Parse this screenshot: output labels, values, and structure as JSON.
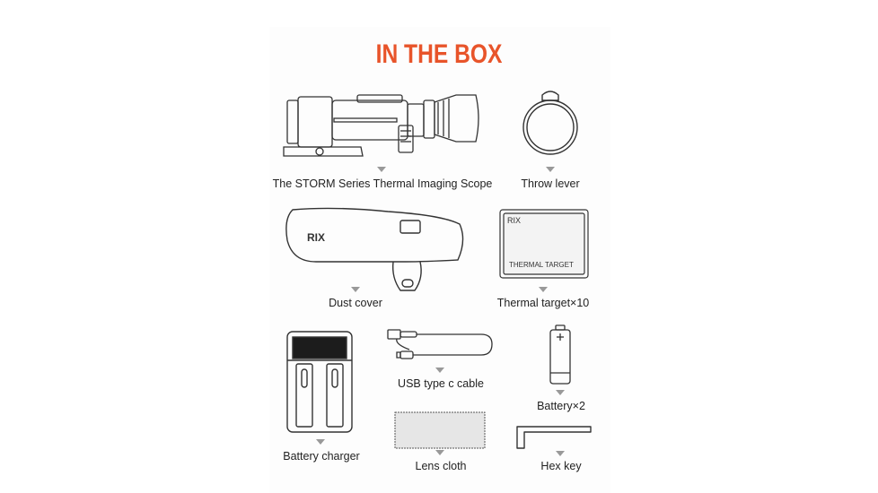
{
  "title": "IN THE BOX",
  "items": [
    {
      "label": "The STORM Series Thermal Imaging Scope"
    },
    {
      "label": "Throw lever"
    },
    {
      "label": "Dust cover",
      "print": "RIX"
    },
    {
      "label": "Thermal target×10",
      "print_top": "RIX",
      "print_bottom": "THERMAL TARGET"
    },
    {
      "label": "USB type c cable"
    },
    {
      "label": "Battery×2"
    },
    {
      "label": "Battery charger"
    },
    {
      "label": "Lens cloth"
    },
    {
      "label": "Hex key"
    }
  ],
  "colors": {
    "title": "#e8542a",
    "line": "#333333",
    "arrow": "#999999"
  }
}
